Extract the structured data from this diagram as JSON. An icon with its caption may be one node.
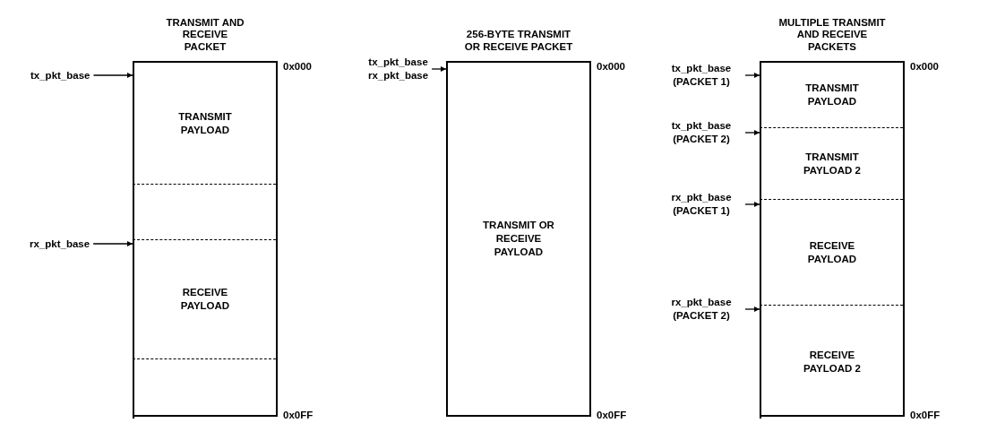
{
  "diagram": {
    "nodes": [
      {
        "text": [
          "TRANSMIT AND RECEIVE PACKET"
        ],
        "beside": [
          "0x000",
          "0x0FF"
        ]
      },
      {
        "text": [
          "TRANSMIT PAYLOAD"
        ],
        "in": 0
      },
      {
        "text": [],
        "shape": "box",
        "in": 0
      },
      {
        "text": [
          "RECEIVE PAYLOAD"
        ],
        "in": 0
      },
      {
        "text": [],
        "shape": "box",
        "in": 0
      },
      {
        "text": [
          "tx_pkt_base"
        ]
      },
      {
        "text": [
          "rx_pkt_base"
        ]
      },
      {
        "text": [
          "256-BYTE TRANSMIT OR RECEIVE PACKET",
          "TRANSMIT OR RECEIVE PAYLOAD"
        ],
        "beside": [
          "0x000",
          "0x0FF"
        ]
      },
      {
        "text": [
          "tx_pkt_base",
          "rx_pkt_base"
        ]
      },
      {
        "text": [
          "MULTIPLE TRANSMIT AND RECEIVE PACKETS"
        ],
        "beside": [
          "0x000",
          "0x0FF"
        ]
      },
      {
        "text": [
          "TRANSMIT PAYLOAD"
        ],
        "in": 9
      },
      {
        "text": [
          "TRANSMIT PAYLOAD 2"
        ],
        "in": 9
      },
      {
        "text": [
          "RECEIVE PAYLOAD"
        ],
        "in": 9
      },
      {
        "text": [
          "RECEIVE PAYLOAD 2"
        ],
        "in": 9
      },
      {
        "text": [
          "tx_pkt_base (PACKET 1)"
        ]
      },
      {
        "text": [
          "tx_pkt_base (PACKET 2)"
        ]
      },
      {
        "text": [
          "rx_pkt_base (PACKET 1)"
        ]
      },
      {
        "text": [
          "rx_pkt_base (PACKET 2)"
        ]
      }
    ],
    "edges": [
      {
        "from": 5,
        "to": 1,
        "arrow": "to"
      },
      {
        "from": 6,
        "to": 3,
        "arrow": "to"
      },
      {
        "from": 8,
        "to": 7,
        "arrow": "to"
      },
      {
        "from": 14,
        "to": 10,
        "arrow": "to"
      },
      {
        "from": 15,
        "to": 11,
        "arrow": "to"
      },
      {
        "from": 16,
        "to": 12,
        "arrow": "to"
      },
      {
        "from": 17,
        "to": 13,
        "arrow": "to"
      }
    ]
  }
}
